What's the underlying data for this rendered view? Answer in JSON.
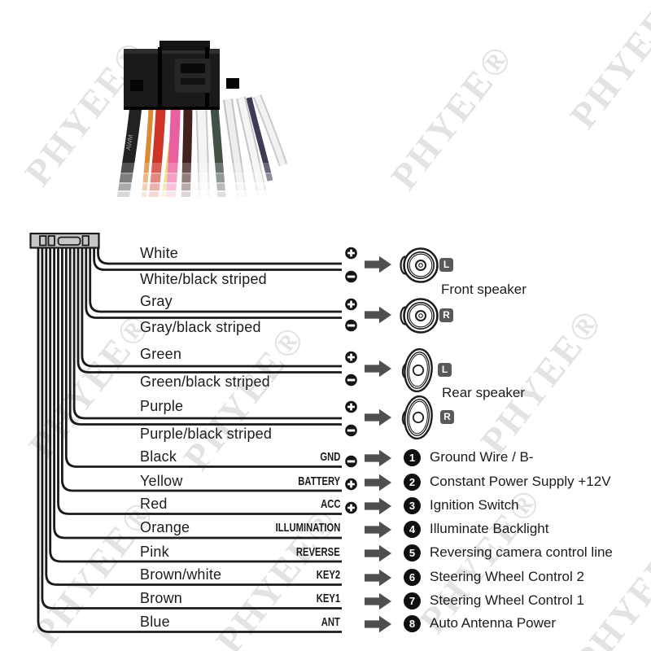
{
  "brand": {
    "watermark": "PHYEE®"
  },
  "photo": {
    "cable_marking": "AWM"
  },
  "diagram": {
    "connector_wires": [
      {
        "label": "White",
        "polarity": "+",
        "group": "front-speaker-left"
      },
      {
        "label": "White/black striped",
        "polarity": "−",
        "group": "front-speaker-left"
      },
      {
        "label": "Gray",
        "polarity": "+",
        "group": "front-speaker-right"
      },
      {
        "label": "Gray/black striped",
        "polarity": "−",
        "group": "front-speaker-right"
      },
      {
        "label": "Green",
        "polarity": "+",
        "group": "rear-speaker-left"
      },
      {
        "label": "Green/black striped",
        "polarity": "−",
        "group": "rear-speaker-left"
      },
      {
        "label": "Purple",
        "polarity": "+",
        "group": "rear-speaker-right"
      },
      {
        "label": "Purple/black striped",
        "polarity": "−",
        "group": "rear-speaker-right"
      },
      {
        "label": "Black",
        "terminal": "GND",
        "polarity": "−"
      },
      {
        "label": "Yellow",
        "terminal": "BATTERY",
        "polarity": "+"
      },
      {
        "label": "Red",
        "terminal": "ACC",
        "polarity": "+"
      },
      {
        "label": "Orange",
        "terminal": "ILLUMINATION"
      },
      {
        "label": "Pink",
        "terminal": "REVERSE"
      },
      {
        "label": "Brown/white",
        "terminal": "KEY2"
      },
      {
        "label": "Brown",
        "terminal": "KEY1"
      },
      {
        "label": "Blue",
        "terminal": "ANT"
      }
    ],
    "speakers": {
      "front": {
        "label": "Front speaker",
        "left": "L",
        "right": "R"
      },
      "rear": {
        "label": "Rear speaker",
        "left": "L",
        "right": "R"
      }
    },
    "functions": [
      {
        "num": "1",
        "text": "Ground Wire / B-"
      },
      {
        "num": "2",
        "text": "Constant Power Supply +12V"
      },
      {
        "num": "3",
        "text": "Ignition Switch"
      },
      {
        "num": "4",
        "text": "Illuminate Backlight"
      },
      {
        "num": "5",
        "text": "Reversing camera control line"
      },
      {
        "num": "6",
        "text": "Steering Wheel Control 2"
      },
      {
        "num": "7",
        "text": "Steering Wheel Control 1"
      },
      {
        "num": "8",
        "text": "Auto  Antenna Power"
      }
    ],
    "colors": {
      "ink": "#1a1a1a",
      "arrow": "#4f4f4f",
      "badge": "#595959",
      "watermark": "#e4e3e3"
    }
  }
}
